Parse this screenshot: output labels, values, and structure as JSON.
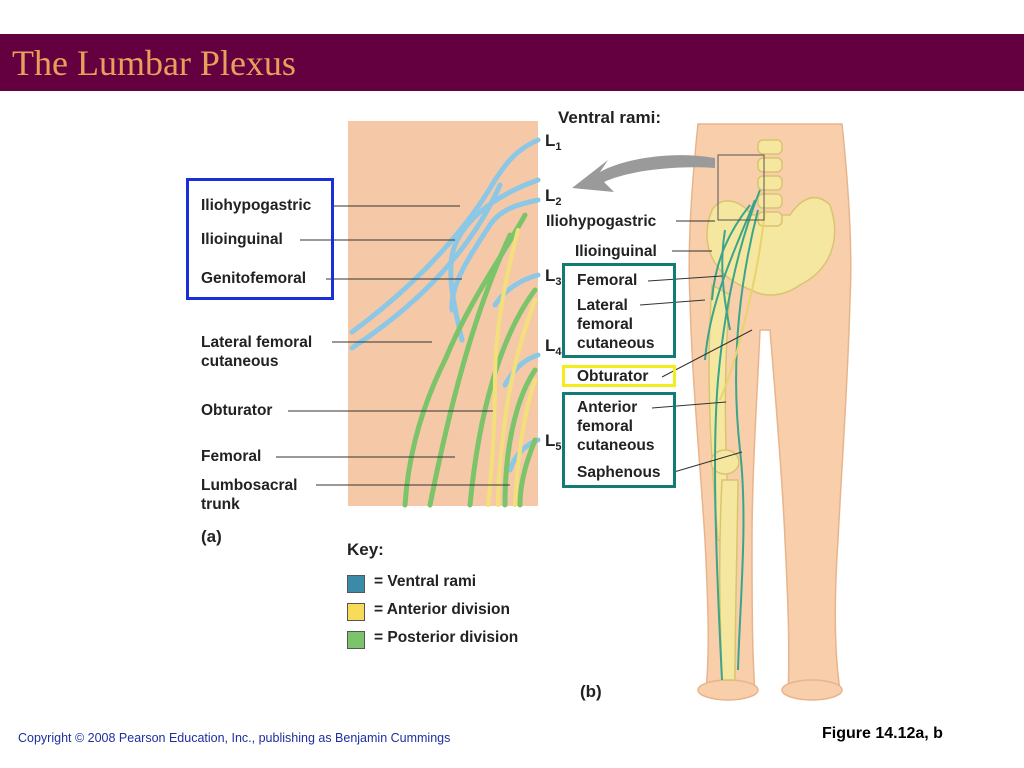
{
  "slide": {
    "title": "The Lumbar Plexus",
    "copyright": "Copyright © 2008 Pearson Education, Inc., publishing as Benjamin Cummings",
    "figure": "Figure 14.12a, b"
  },
  "panel_a": {
    "label": "(a)",
    "nerves": {
      "iliohypogastric": "Iliohypogastric",
      "ilioinguinal": "Ilioinguinal",
      "genitofemoral": "Genitofemoral",
      "lateral_femoral_cutaneous_1": "Lateral femoral",
      "lateral_femoral_cutaneous_2": "cutaneous",
      "obturator": "Obturator",
      "femoral": "Femoral",
      "lumbosacral_trunk_1": "Lumbosacral",
      "lumbosacral_trunk_2": "trunk"
    },
    "rami": [
      {
        "letter": "L",
        "num": "1"
      },
      {
        "letter": "L",
        "num": "2"
      },
      {
        "letter": "L",
        "num": "3"
      },
      {
        "letter": "L",
        "num": "4"
      },
      {
        "letter": "L",
        "num": "5"
      }
    ]
  },
  "panel_b": {
    "label": "(b)",
    "header": "Ventral rami:",
    "labels": {
      "iliohypogastric": "Iliohypogastric",
      "ilioinguinal": "Ilioinguinal",
      "femoral": "Femoral",
      "lateral_1": "Lateral",
      "lateral_2": "femoral",
      "lateral_3": "cutaneous",
      "obturator": "Obturator",
      "anterior_1": "Anterior",
      "anterior_2": "femoral",
      "anterior_3": "cutaneous",
      "saphenous": "Saphenous"
    }
  },
  "key": {
    "title": "Key:",
    "items": [
      {
        "label": "= Ventral rami",
        "color": "#3a8aa8"
      },
      {
        "label": "= Anterior division",
        "color": "#f7dc5a"
      },
      {
        "label": "= Posterior division",
        "color": "#7cc46a"
      }
    ]
  },
  "colors": {
    "title_bar": "#650040",
    "title_text": "#e6a05a",
    "box_blue": "#1a2fd8",
    "box_teal": "#127b74",
    "box_yellow": "#f2ee1c",
    "skin": "#f8cfaa",
    "ventral": "#8cc8e6",
    "anterior": "#f4e07a",
    "posterior": "#7cc46a"
  }
}
